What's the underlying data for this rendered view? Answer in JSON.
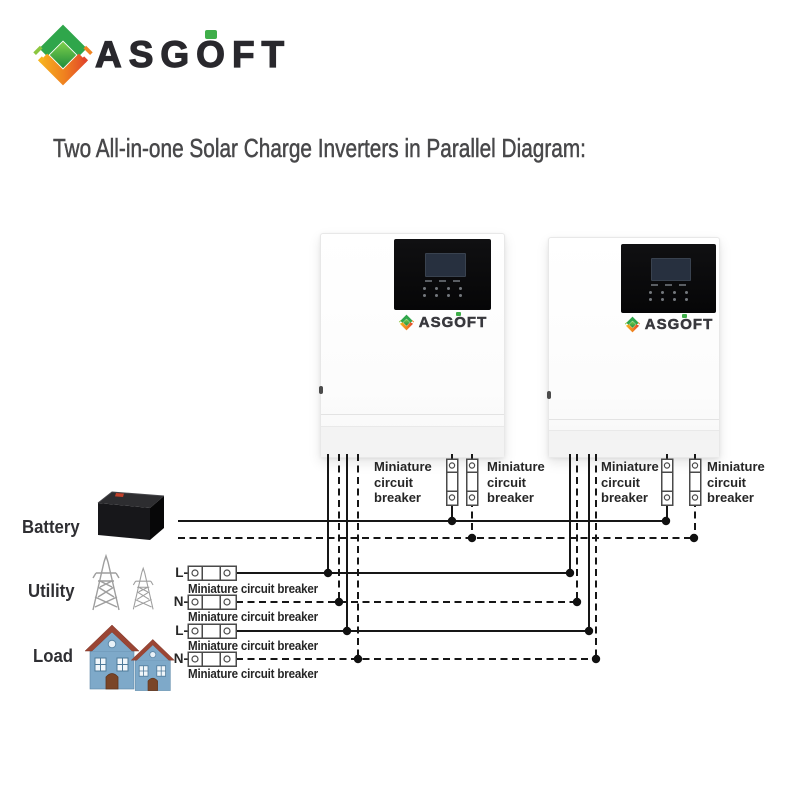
{
  "brand": {
    "name": "ASGOFT",
    "accent_green": "#3fae49",
    "accent_yellow": "#f7b41f",
    "accent_red": "#e1452b",
    "text_color": "#29282d"
  },
  "title": "Two All-in-one Solar Charge Inverters in Parallel Diagram:",
  "inverters": [
    {
      "brand": "ASGOFT"
    },
    {
      "brand": "ASGOFT"
    }
  ],
  "sources": [
    {
      "label": "Battery"
    },
    {
      "label": "Utility"
    },
    {
      "label": "Load"
    }
  ],
  "top_breakers": [
    {
      "label": "Miniature circuit breaker"
    },
    {
      "label": "Miniature circuit breaker"
    },
    {
      "label": "Miniature circuit breaker"
    },
    {
      "label": "Miniature circuit breaker"
    }
  ],
  "ac_rows": [
    {
      "terminal": "L-",
      "label": "Miniature circuit breaker",
      "line": "solid"
    },
    {
      "terminal": "N-",
      "label": "Miniature circuit breaker",
      "line": "dashed"
    },
    {
      "terminal": "L-",
      "label": "Miniature circuit breaker",
      "line": "solid"
    },
    {
      "terminal": "N-",
      "label": "Miniature circuit breaker",
      "line": "dashed"
    }
  ],
  "wire_color": "#161616"
}
